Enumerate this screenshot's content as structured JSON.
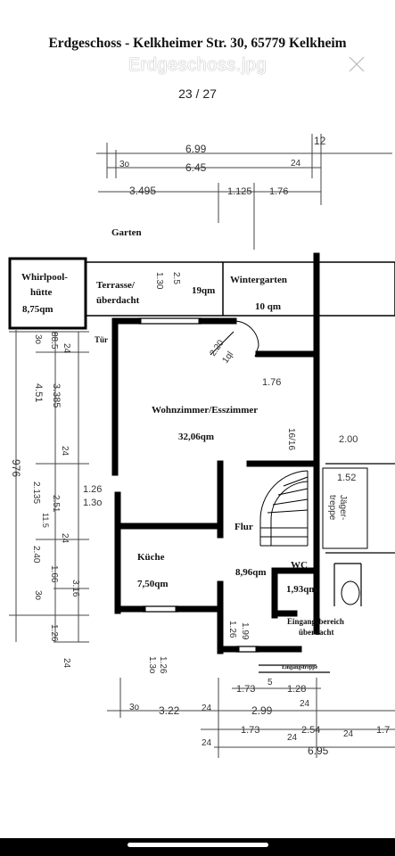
{
  "viewer": {
    "document_title": "Erdgeschoss - Kelkheimer Str. 30, 65779 Kelkheim",
    "filename": "Erdgeschoss.jpg",
    "counter": "23 / 27",
    "close_icon": "close-icon"
  },
  "plan": {
    "rooms": {
      "garten": "Garten",
      "whirlpool_1": "Whirlpool-",
      "whirlpool_2": "hütte",
      "whirlpool_area": "8,75qm",
      "terrasse_1": "Terrasse/",
      "terrasse_2": "überdacht",
      "terrasse_area": "19qm",
      "wintergarten": "Wintergarten",
      "wintergarten_area": "10 qm",
      "tuer": "Tür",
      "wohn": "Wohnzimmer/Esszimmer",
      "wohn_area": "32,06qm",
      "flur": "Flur",
      "flur_area": "8,96qm",
      "kueche": "Küche",
      "kueche_area": "7,50qm",
      "wc": "WC",
      "wc_area": "1,93qm",
      "eingang_1": "Eingangsbereich",
      "eingang_2": "überdacht",
      "eingangstreppe": "Eingangstreppe",
      "jaeger_1": "Jäger-",
      "jaeger_2": "treppe"
    },
    "dims": {
      "d_699": "6.99",
      "d_12": "12",
      "d_30a": "3o",
      "d_645": "6.45",
      "d_24a": "24",
      "d_3495": "3.495",
      "d_1125": "1.125",
      "d_176a": "1.76",
      "d_250": "2.5",
      "d_130": "1.30",
      "d_220": "2.20",
      "d_1ql": "1ql",
      "d_176b": "1.76",
      "d_16716": "16/16",
      "d_200": "2.00",
      "d_152": "1.52",
      "d_976": "976",
      "d_30b": "3o",
      "d_885": "88.5",
      "d_24b": "24",
      "d_451": "4.51",
      "d_3385": "3.385",
      "d_24c": "24",
      "d_126a": "1.26",
      "d_130b": "1.3o",
      "d_2135": "2.135",
      "d_115": "11.5",
      "d_251": "2.51",
      "d_24d": "24",
      "d_240": "2.40",
      "d_166": "1.66",
      "d_316": "3.16",
      "d_30c": "3o",
      "d_126b": "1.26",
      "d_24e": "24",
      "d_126c": "1.26",
      "d_199": "1.99",
      "d_126d": "1.26",
      "d_130c": "1.3o",
      "d_173a": "1.73",
      "d_5": "5",
      "d_128": "1.28",
      "d_30d": "3o",
      "d_322": "3.22",
      "d_24f": "24",
      "d_299": "2.99",
      "d_24g": "24",
      "d_24h": "24",
      "d_173b": "1.73",
      "d_24i": "24",
      "d_254": "2.54",
      "d_24j": "24",
      "d_17": "1.7",
      "d_695": "6.95"
    }
  }
}
